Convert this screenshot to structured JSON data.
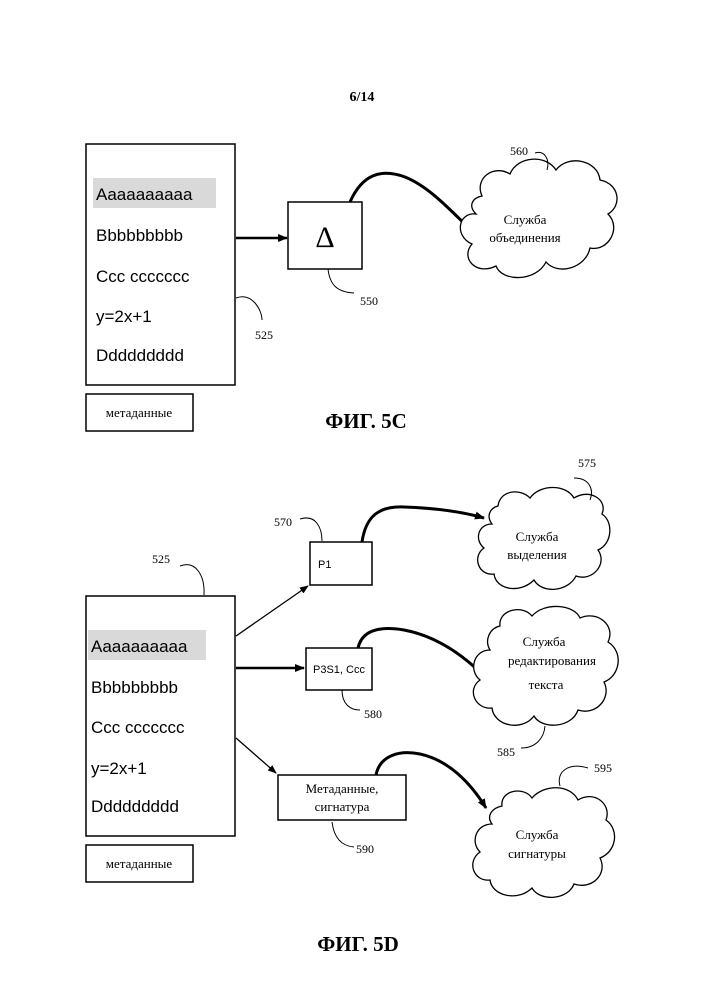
{
  "page_number": "6/14",
  "fig_5c": {
    "caption": "ФИГ. 5C",
    "document": {
      "lines": [
        "Aaaaaaaaaa",
        "Bbbbbbbbb",
        "Ccc ccccccc",
        "y=2x+1",
        "Ddddddddd"
      ],
      "highlighted_line_index": 0,
      "label": "525"
    },
    "metadata_box": "метаданные",
    "delta_box": {
      "symbol": "Δ",
      "label": "550"
    },
    "service": {
      "lines": [
        "Служба",
        "объединения"
      ],
      "label": "560"
    }
  },
  "fig_5d": {
    "caption": "ФИГ. 5D",
    "document": {
      "lines": [
        "Aaaaaaaaaa",
        "Bbbbbbbbb",
        "Ccc ccccccc",
        "y=2x+1",
        "Ddddddddd"
      ],
      "highlighted_line_index": 0,
      "label": "525"
    },
    "metadata_box": "метаданные",
    "p1_box": {
      "text": "P1",
      "label": "570"
    },
    "p3s1_box": {
      "text": "P3S1, Ccc",
      "label": "580"
    },
    "meta_sig_box": {
      "lines": [
        "Метаданные,",
        "сигнатура"
      ],
      "label": "590"
    },
    "service_highlight": {
      "lines": [
        "Служба",
        "выделения"
      ],
      "label": "575"
    },
    "service_edit": {
      "lines": [
        "Служба",
        "редактирования",
        "текста"
      ],
      "label": "585"
    },
    "service_signature": {
      "lines": [
        "Служба",
        "сигнатуры"
      ],
      "label": "595"
    }
  },
  "colors": {
    "line": "#000000",
    "highlight": "#d9d9d9",
    "background": "#ffffff"
  }
}
